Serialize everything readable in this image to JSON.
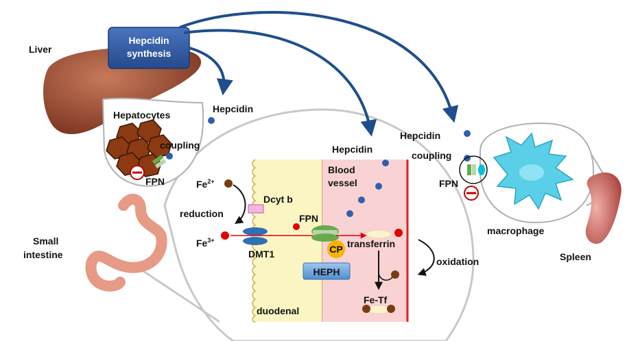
{
  "labels": {
    "liver": "Liver",
    "hepcidin_synthesis_line1": "Hepcidin",
    "hepcidin_synthesis_line2": "synthesis",
    "hepcidin_top": "Hepcidin",
    "hepatocytes": "Hepatocytes",
    "coupling_liver": "coupling",
    "fpn_liver": "FPN",
    "hepcidin_vessel": "Hepcidin",
    "hepcidin_right": "Hepcidin",
    "coupling_macro": "coupling",
    "fpn_macro": "FPN",
    "macrophage": "macrophage",
    "spleen": "Spleen",
    "small_intestine_line1": "Small",
    "small_intestine_line2": "intestine",
    "fe2_base": "Fe",
    "fe2_sup": "2+",
    "fe3_base": "Fe",
    "fe3_sup": "3+",
    "dcytb": "Dcyt b",
    "reduction": "reduction",
    "dmt1": "DMT1",
    "fpn_gut": "FPN",
    "blood_vessel_line1": "Blood",
    "blood_vessel_line2": "vessel",
    "cp": "CP",
    "transferrin": "transferrin",
    "oxidation": "oxidation",
    "heph": "HEPH",
    "fe_tf": "Fe-Tf",
    "duodenal": "duodenal"
  },
  "colors": {
    "liver": "#a0523a",
    "hepatocyte": "#8b3a12",
    "hepcidin_box": "#2f5597",
    "hepcidin_dot": "#2f5fb0",
    "arrow_blue": "#1f4e8c",
    "duodenal_fill": "#fbf5c4",
    "vessel_fill": "#f9d3d3",
    "vessel_wall": "#e02020",
    "fpn_green": "#6aa84f",
    "dmt1_blue": "#2f6fb5",
    "dcytb_pink": "#f4b6e0",
    "cp_orange": "#f4b400",
    "heph_blue": "#6fa8dc",
    "iron_red": "#e00000",
    "iron_brown": "#7a3b12",
    "macrophage": "#59d0e8",
    "spleen": "#c0504d",
    "stomach": "#f0a090"
  }
}
